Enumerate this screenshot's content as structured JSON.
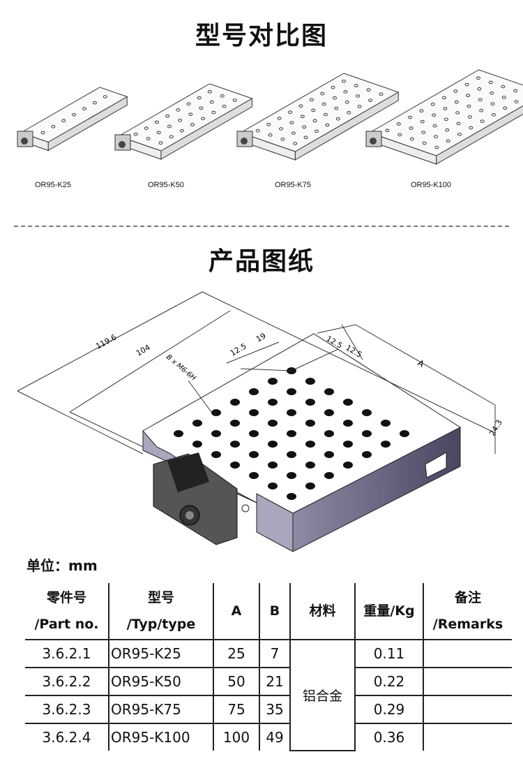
{
  "compare_title": "型号对比图",
  "models": [
    "OR95-K25",
    "OR95-K50",
    "OR95-K75",
    "OR95-K100"
  ],
  "drawing_title": "产品图纸",
  "drawing": {
    "dim_overall": "119.6",
    "dim_inner": "104",
    "dim_pitch_a": "12.5",
    "dim_offset": "19",
    "dim_pitch_b1": "12.5",
    "dim_pitch_b2": "12.5",
    "dim_length": "A",
    "dim_height": "24.3",
    "hole_callout": "B x M6-6H"
  },
  "unit_label": "单位：mm",
  "table": {
    "headers": [
      {
        "cn": "零件号",
        "en": "/Part no."
      },
      {
        "cn": "型号",
        "en": "/Typ/type"
      },
      {
        "cn": "A",
        "en": ""
      },
      {
        "cn": "B",
        "en": ""
      },
      {
        "cn": "材料",
        "en": ""
      },
      {
        "cn": "重量/Kg",
        "en": ""
      },
      {
        "cn": "备注",
        "en": "/Remarks"
      }
    ],
    "material": "铝合金",
    "rows": [
      {
        "part": "3.6.2.1",
        "type": "OR95-K25",
        "a": "25",
        "b": "7",
        "weight": "0.11",
        "remarks": ""
      },
      {
        "part": "3.6.2.2",
        "type": "OR95-K50",
        "a": "50",
        "b": "21",
        "weight": "0.22",
        "remarks": ""
      },
      {
        "part": "3.6.2.3",
        "type": "OR95-K75",
        "a": "75",
        "b": "35",
        "weight": "0.29",
        "remarks": ""
      },
      {
        "part": "3.6.2.4",
        "type": "OR95-K100",
        "a": "100",
        "b": "49",
        "weight": "0.36",
        "remarks": ""
      }
    ]
  }
}
